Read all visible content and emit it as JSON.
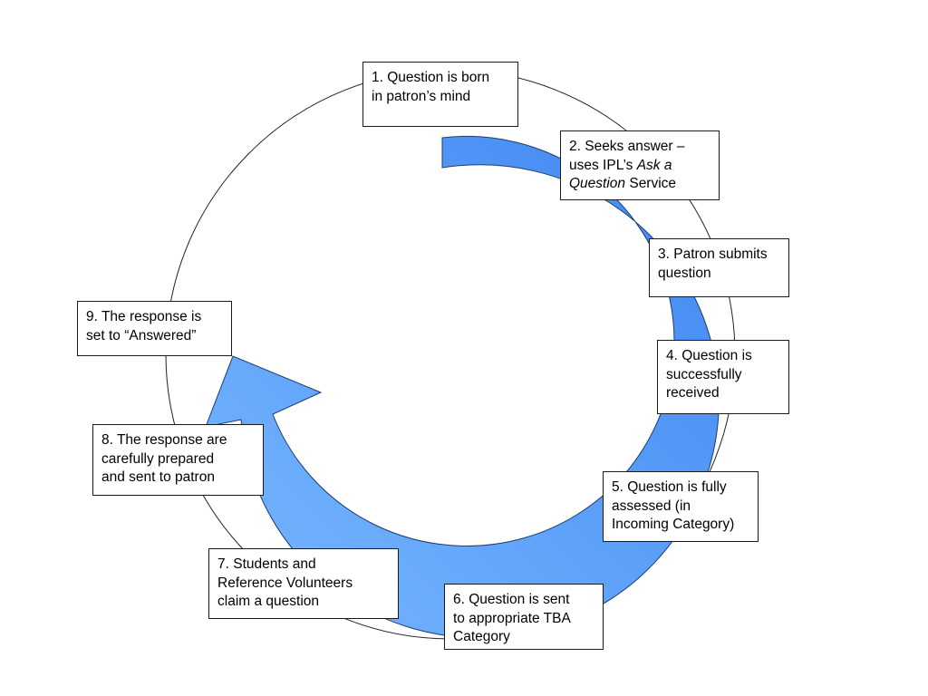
{
  "colors": {
    "arrow_light": "#79b8ff",
    "arrow_dark": "#3f87f2",
    "arrow_outline": "#1c3e6e",
    "circle_stroke": "#222222",
    "box_border": "#1a1a1a"
  },
  "steps": [
    {
      "lines": [
        "1.  Question is born",
        "in patron’s mind"
      ]
    },
    {
      "line1": "2.  Seeks answer –",
      "line2_pre": "uses IPL’s ",
      "line2_em": "Ask a",
      "line3_em": "Question",
      "line3_post": " Service"
    },
    {
      "lines": [
        "3. Patron submits",
        "question"
      ]
    },
    {
      "lines": [
        "4. Question is",
        "successfully",
        "received"
      ]
    },
    {
      "lines": [
        "5.  Question is fully",
        "assessed (in",
        "Incoming Category)"
      ]
    },
    {
      "lines": [
        "6.  Question is sent",
        "to appropriate TBA",
        "Category"
      ]
    },
    {
      "lines": [
        "7.  Students and",
        "Reference Volunteers",
        "claim a question"
      ]
    },
    {
      "lines": [
        "8. The response are",
        "carefully prepared",
        "and sent to patron"
      ]
    },
    {
      "lines": [
        "9.  The response is",
        "set to “Answered”"
      ]
    }
  ]
}
